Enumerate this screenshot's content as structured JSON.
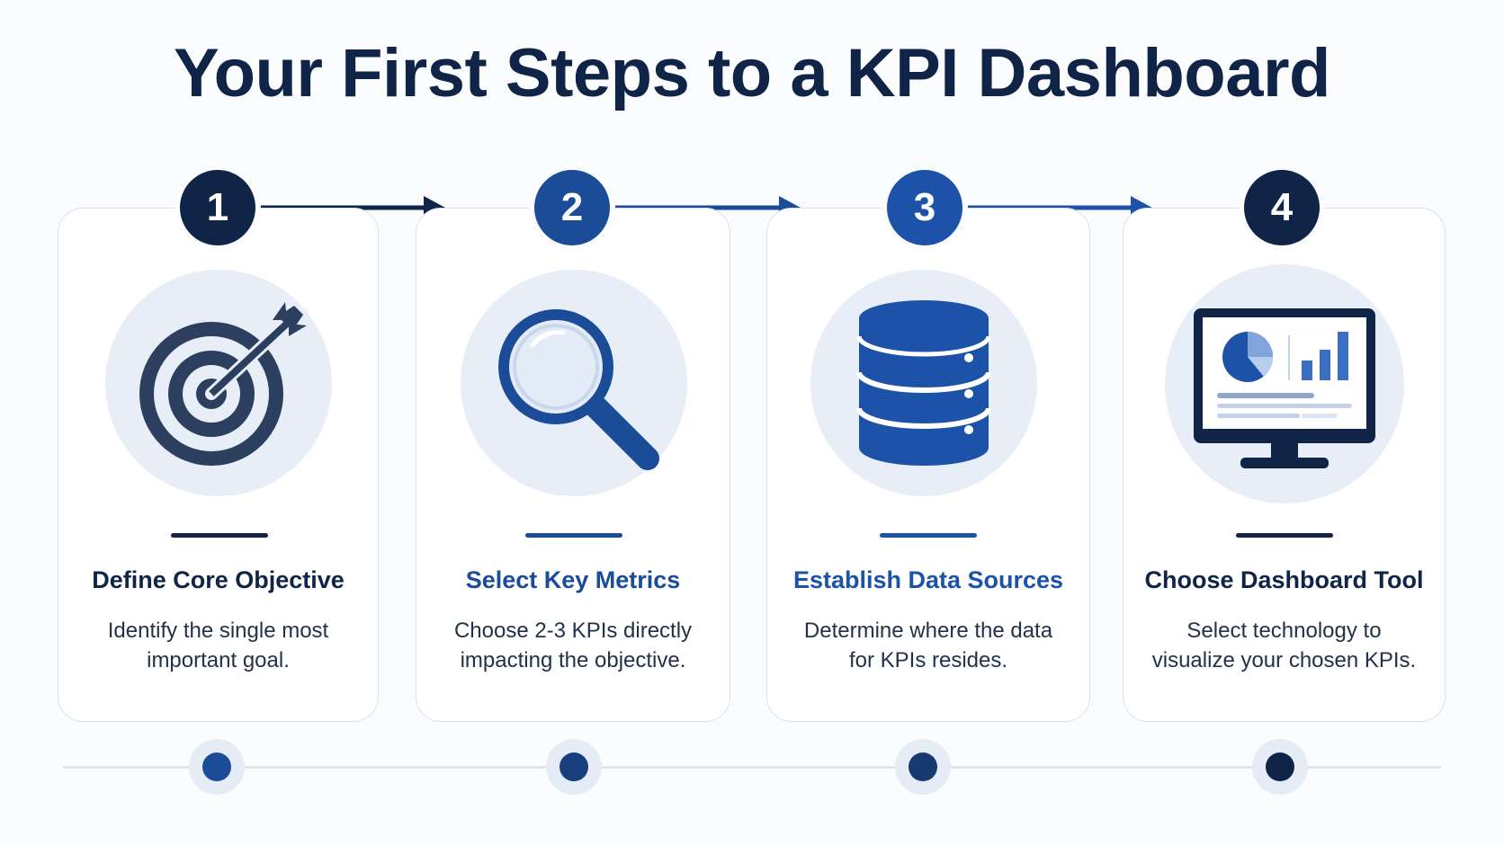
{
  "title": "Your First Steps to a KPI Dashboard",
  "steps": [
    {
      "number": "1",
      "title": "Define Core Objective",
      "description": "Identify the single most important goal.",
      "icon": "target-icon",
      "accent": "#0f2447"
    },
    {
      "number": "2",
      "title": "Select Key Metrics",
      "description": "Choose 2-3 KPIs directly impacting the objective.",
      "icon": "magnifier-icon",
      "accent": "#1a4c98"
    },
    {
      "number": "3",
      "title": "Establish Data Sources",
      "description": "Determine where the data for KPIs resides.",
      "icon": "database-icon",
      "accent": "#1c53a8"
    },
    {
      "number": "4",
      "title": "Choose Dashboard Tool",
      "description": "Select technology to visualize your chosen KPIs.",
      "icon": "monitor-chart-icon",
      "accent": "#0f2447"
    }
  ],
  "colors": {
    "navy": "#0f2447",
    "blue": "#1c53a8",
    "icon_background": "#e8eef8",
    "card_border": "#d6e0ee"
  }
}
